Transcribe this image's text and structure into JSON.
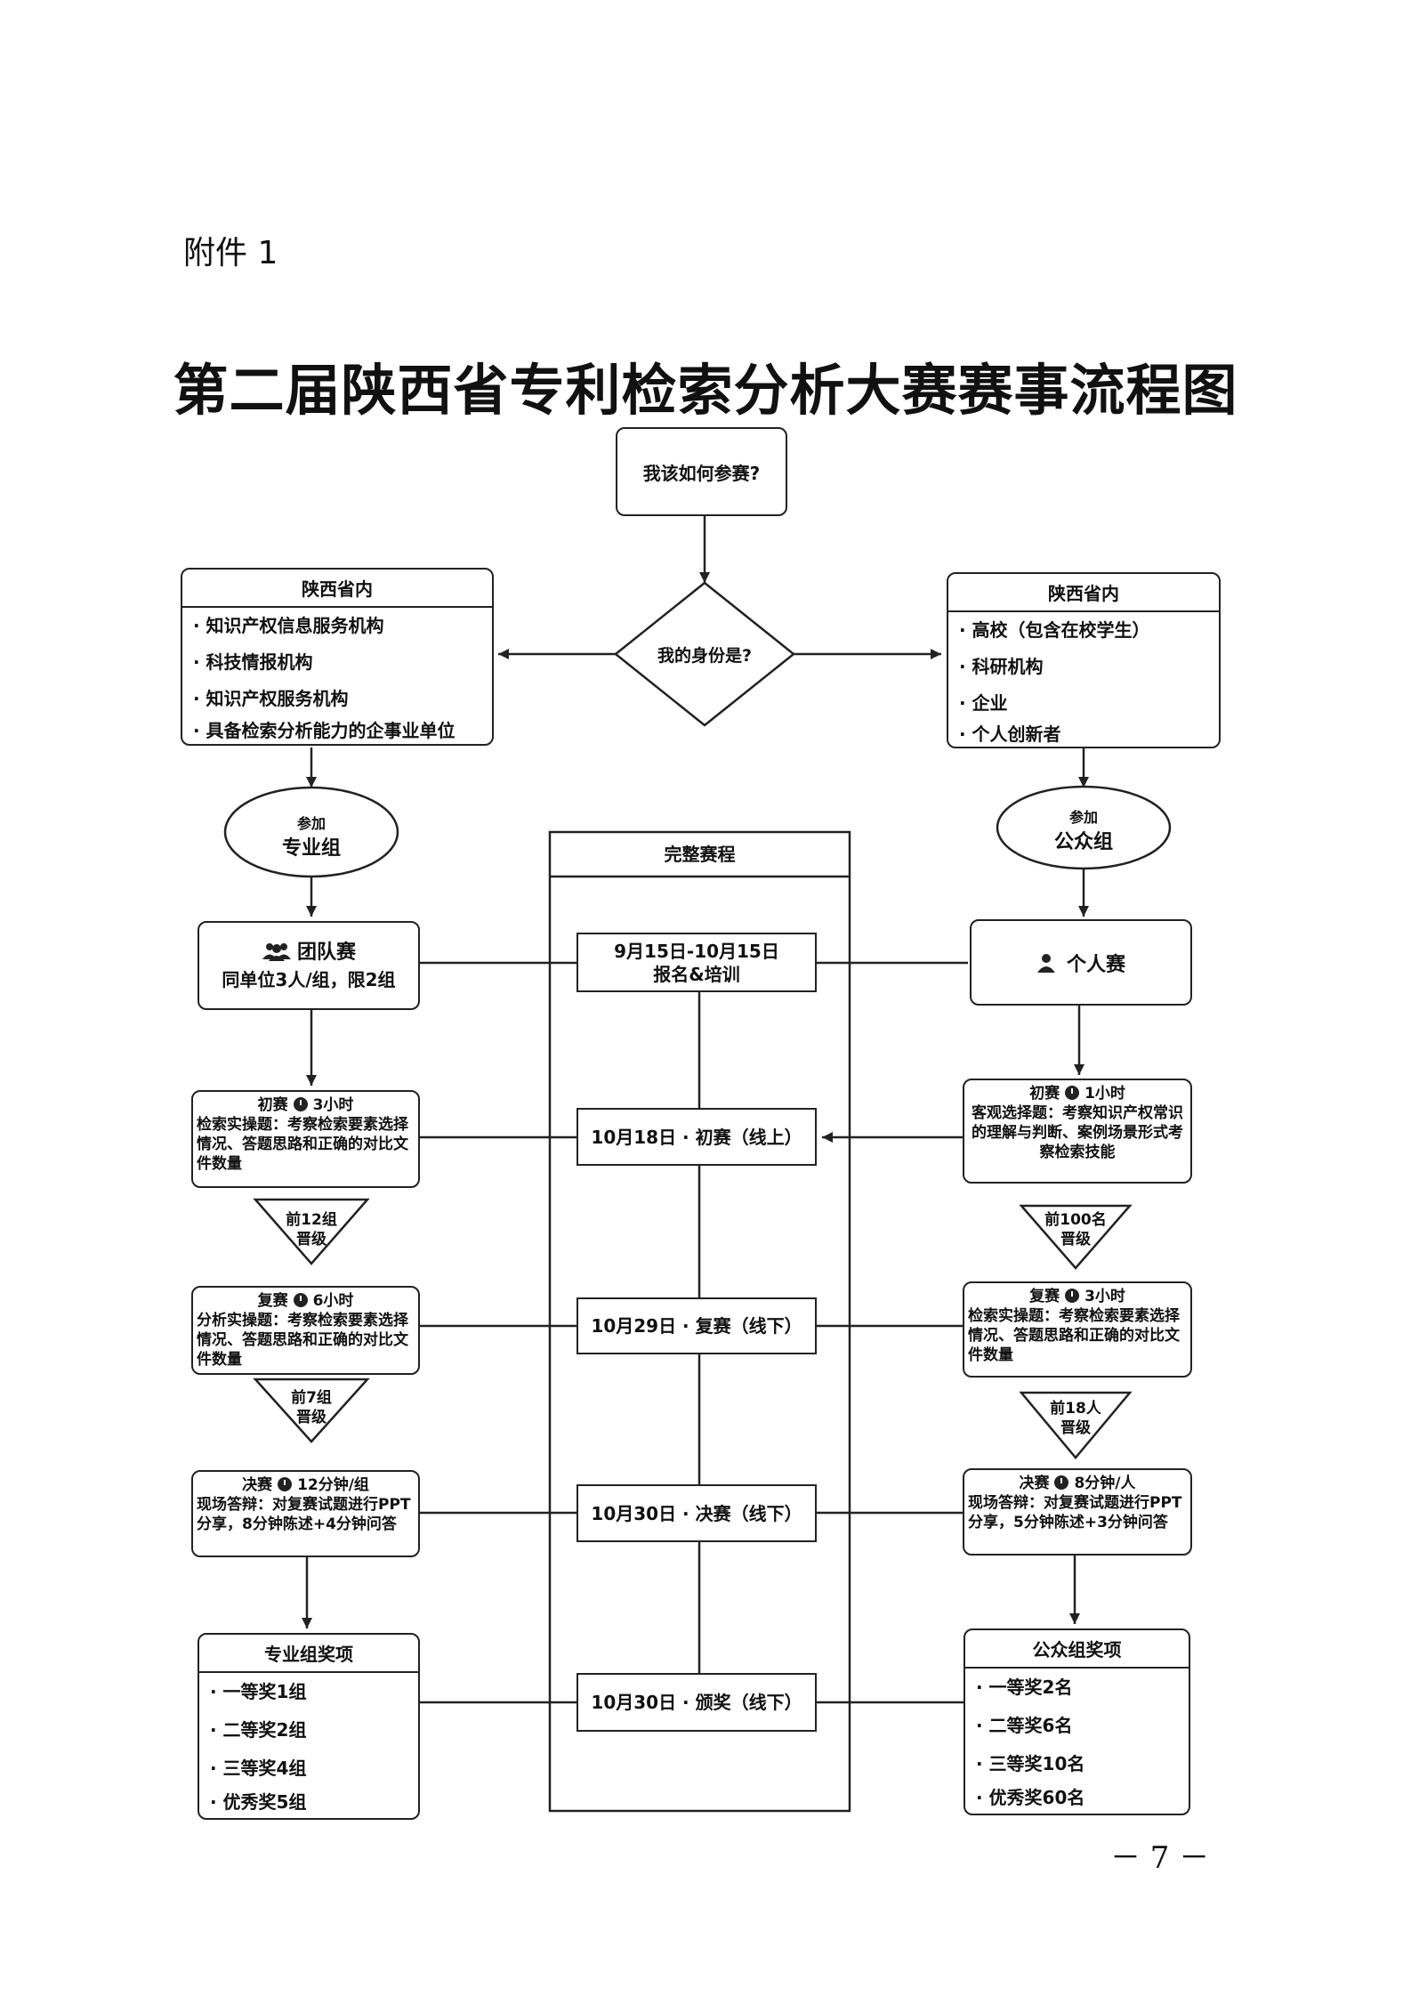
{
  "header": {
    "attachment": "附件 1",
    "title": "第二届陕西省专利检索分析大赛赛事流程图",
    "page_number": "－ 7 －"
  },
  "start": {
    "question": "我该如何参赛?"
  },
  "decision": {
    "label": "我的身份是?"
  },
  "left_identity": {
    "title": "陕西省内",
    "items": [
      "· 知识产权信息服务机构",
      "· 科技情报机构",
      "· 知识产权服务机构",
      "· 具备检索分析能力的企事业单位"
    ]
  },
  "right_identity": {
    "title": "陕西省内",
    "items": [
      "· 高校（包含在校学生）",
      "· 科研机构",
      "· 企业",
      "· 个人创新者"
    ]
  },
  "left_join": {
    "line1": "参加",
    "line2": "专业组"
  },
  "right_join": {
    "line1": "参加",
    "line2": "公众组"
  },
  "left_team": {
    "icon": "people-icon",
    "title": "团队赛",
    "subtitle": "同单位3人/组，限2组"
  },
  "right_team": {
    "icon": "person-icon",
    "title": "个人赛"
  },
  "timeline": {
    "title": "完整赛程",
    "steps": [
      {
        "line1": "9月15日-10月15日",
        "line2": "报名&培训"
      },
      {
        "line1": "10月18日 · 初赛（线上）"
      },
      {
        "line1": "10月29日 · 复赛（线下）"
      },
      {
        "line1": "10月30日 · 决赛（线下）"
      },
      {
        "line1": "10月30日 · 颁奖（线下）"
      }
    ]
  },
  "left_stages": [
    {
      "name": "初赛",
      "time": "3小时",
      "desc": "检索实操题：考察检索要素选择情况、答题思路和正确的对比文件数量"
    },
    {
      "name": "复赛",
      "time": "6小时",
      "desc": "分析实操题：考察检索要素选择情况、答题思路和正确的对比文件数量"
    },
    {
      "name": "决赛",
      "time": "12分钟/组",
      "desc": "现场答辩：对复赛试题进行PPT分享，8分钟陈述+4分钟问答"
    }
  ],
  "right_stages": [
    {
      "name": "初赛",
      "time": "1小时",
      "desc": "客观选择题：考察知识产权常识的理解与判断、案例场景形式考察检索技能"
    },
    {
      "name": "复赛",
      "time": "3小时",
      "desc": "检索实操题：考察检索要素选择情况、答题思路和正确的对比文件数量"
    },
    {
      "name": "决赛",
      "time": "8分钟/人",
      "desc": "现场答辩：对复赛试题进行PPT分享，5分钟陈述+3分钟问答"
    }
  ],
  "left_advance": [
    {
      "line1": "前12组",
      "line2": "晋级"
    },
    {
      "line1": "前7组",
      "line2": "晋级"
    }
  ],
  "right_advance": [
    {
      "line1": "前100名",
      "line2": "晋级"
    },
    {
      "line1": "前18人",
      "line2": "晋级"
    }
  ],
  "left_awards": {
    "title": "专业组奖项",
    "items": [
      "· 一等奖1组",
      "· 二等奖2组",
      "· 三等奖4组",
      "· 优秀奖5组"
    ]
  },
  "right_awards": {
    "title": "公众组奖项",
    "items": [
      "· 一等奖2名",
      "· 二等奖6名",
      "· 三等奖10名",
      "· 优秀奖60名"
    ]
  }
}
